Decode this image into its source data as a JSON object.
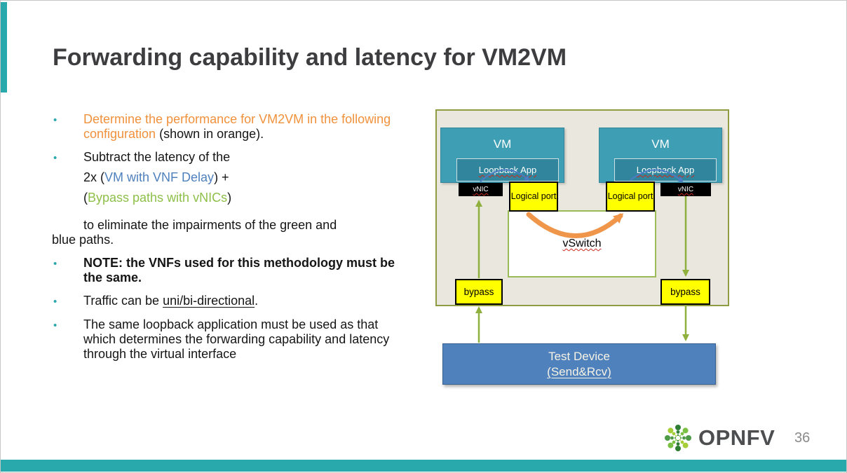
{
  "slide": {
    "title": "Forwarding capability and latency for VM2VM"
  },
  "bullets": {
    "b1": {
      "orange": "Determine the performance for VM2VM in the following configuration",
      "rest": " (shown in orange)."
    },
    "b2": {
      "intro": "Subtract the latency of the",
      "l2_pre": "2x (",
      "l2_blue": "VM with VNF Delay",
      "l2_post": ") +",
      "l3_pre": "(",
      "l3_green": "Bypass paths with vNICs",
      "l3_post": ")",
      "l4a": "to eliminate the impairments of the green and",
      "l4b": "blue paths."
    },
    "b3": "NOTE: the VNFs used for this methodology must be the same.",
    "b4": {
      "pre": "Traffic can be ",
      "underlined": "uni/bi-directional",
      "post": "."
    },
    "b5": "The same loopback application must be used as that which determines the forwarding capability and latency through the virtual interface"
  },
  "diagram": {
    "vm_left": {
      "title": "VM",
      "app": "Loopback App",
      "vnic": "vNIC",
      "logical_port": "Logical port"
    },
    "vm_right": {
      "title": "VM",
      "app": "Loopback App",
      "vnic": "vNIC",
      "logical_port": "Logical port"
    },
    "vswitch_label": "vSwitch",
    "bypass_left": "bypass",
    "bypass_right": "bypass",
    "test_device": {
      "line1": "Test Device",
      "line2": "(Send&Rcv)"
    }
  },
  "footer": {
    "logo_text": "OPNFV",
    "page_number": "36"
  },
  "icons": {
    "bullet": "•",
    "opnfv_logo": "green-pinwheel-of-dots"
  },
  "colors": {
    "accent_teal": "#2aa9ac",
    "title_gray": "#3d3d40",
    "orange_text": "#f0913c",
    "blue_text": "#4f81bd",
    "green_text": "#8ebf48",
    "vm_fill": "#3d9eb4",
    "loopback_fill": "#31859c",
    "yellow_fill": "#ffff00",
    "diagram_bg": "#e9e7de",
    "frame_border": "#8f9c42",
    "vswitch_border": "#9bbb59",
    "arrow_green": "#8fb03c",
    "arrow_orange": "#f0964b",
    "arrow_blue": "#4b7cc4",
    "test_device_fill": "#4f81bd",
    "page_number_gray": "#8a8a8a"
  }
}
